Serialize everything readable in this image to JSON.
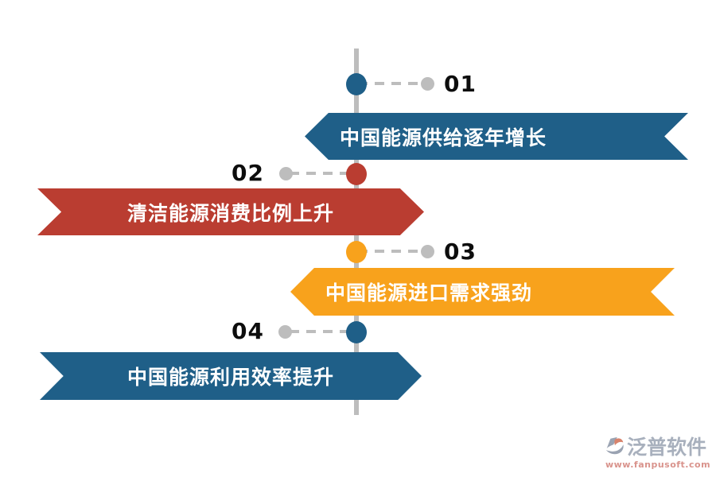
{
  "timeline": {
    "axis_color": "#BDBDBD",
    "connector_color": "#BDBDBD",
    "number_color": "#0D0D0D",
    "items": [
      {
        "number": "01",
        "label": "中国能源供给逐年增长",
        "side": "right",
        "color": "#1F5F88"
      },
      {
        "number": "02",
        "label": "清洁能源消费比例上升",
        "side": "left",
        "color": "#BA3D31"
      },
      {
        "number": "03",
        "label": "中国能源进口需求强劲",
        "side": "right",
        "color": "#F8A21C"
      },
      {
        "number": "04",
        "label": "中国能源利用效率提升",
        "side": "left",
        "color": "#1F5F88"
      }
    ]
  },
  "watermark": {
    "brand": "泛普软件",
    "url": "www.fanpusoft.com",
    "brand_color": "#A8B0BD",
    "url_color": "#D9938C",
    "icon_gray": "#9AA3B2",
    "icon_orange": "#D8836C"
  }
}
